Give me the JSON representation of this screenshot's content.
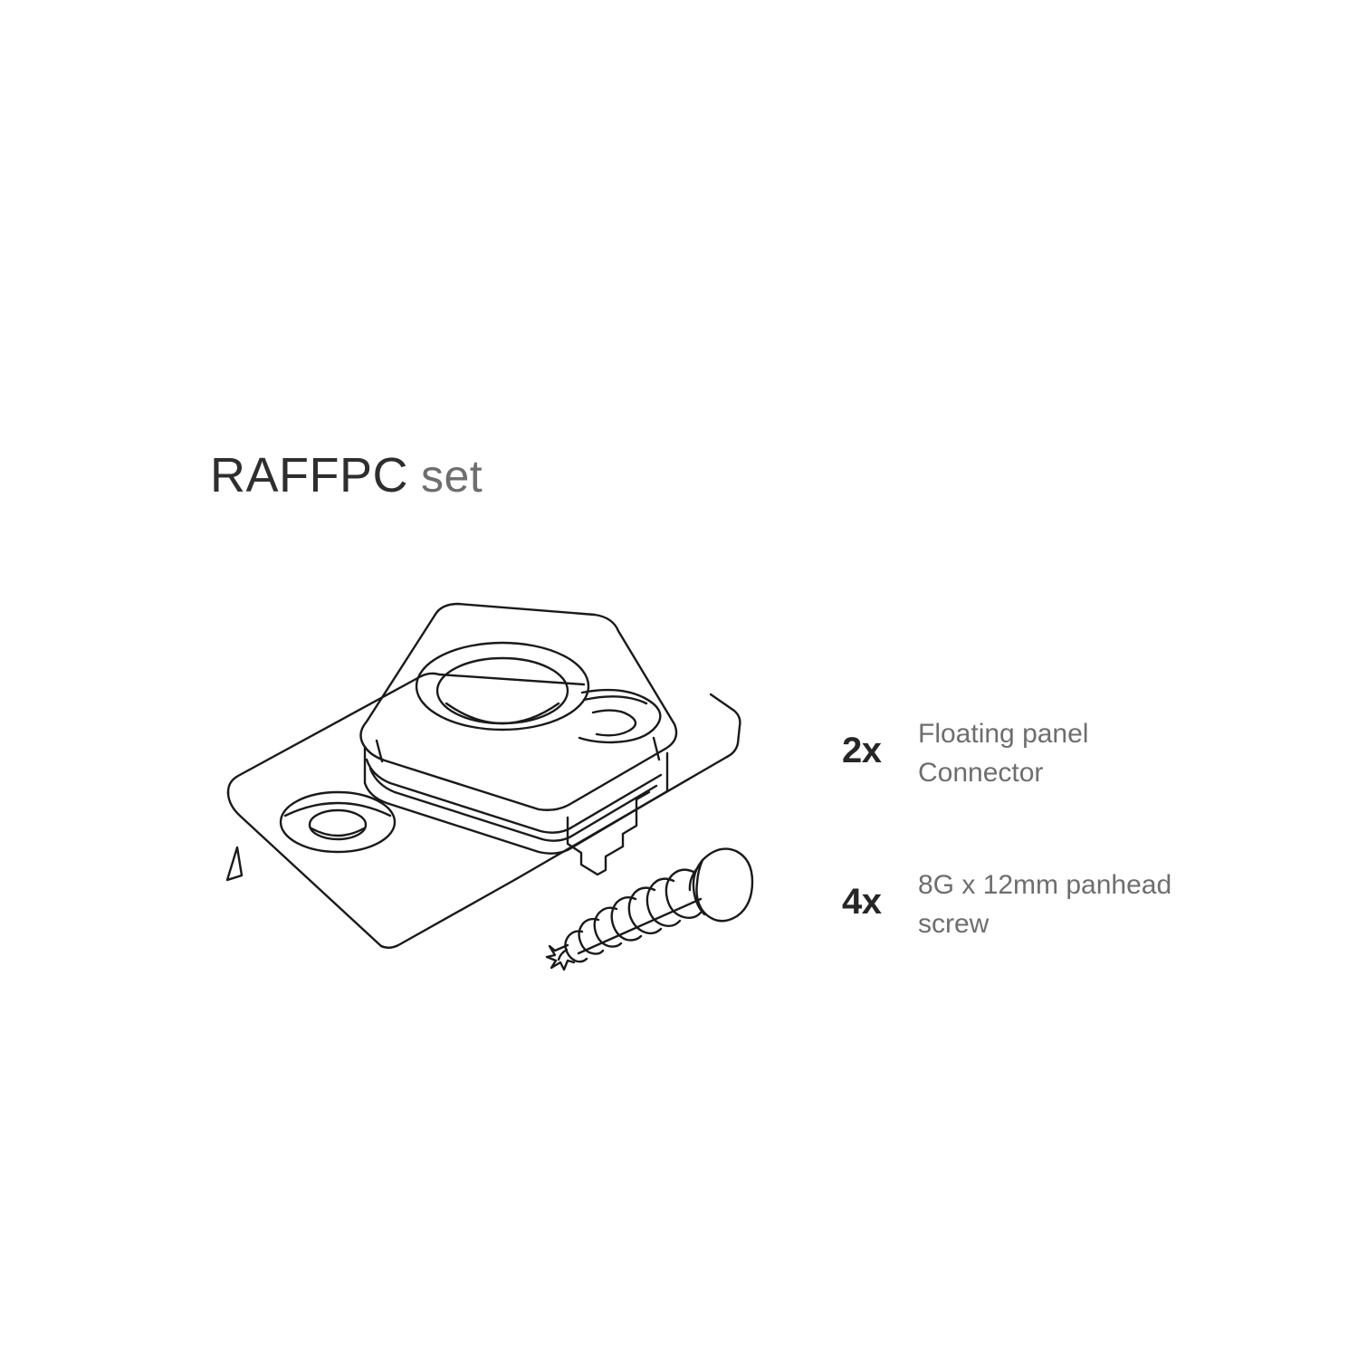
{
  "page": {
    "background_color": "#ffffff",
    "line_color": "#1a1a1a"
  },
  "title": {
    "code": "RAFFPC",
    "word": "set",
    "code_color": "#2e2e2e",
    "word_color": "#6e6e6e"
  },
  "legend": {
    "items": [
      {
        "qty": "2x",
        "line1": "Floating panel",
        "line2": "Connector",
        "qty_color": "#262626",
        "desc_color": "#6e6e6e"
      },
      {
        "qty": "4x",
        "line1": "8G x 12mm panhead",
        "line2": "screw",
        "qty_color": "#262626",
        "desc_color": "#6e6e6e"
      }
    ]
  },
  "drawing": {
    "parts": [
      {
        "name": "floating-panel-connector",
        "description": "Isometric rectangular mounting plate with rounded corners, two countersunk screw holes and a raised rounded-square boss with a central countersunk bore"
      },
      {
        "name": "panhead-screw",
        "description": "Isometric self-tapping panhead screw with coarse thread tapering to a point"
      }
    ]
  }
}
